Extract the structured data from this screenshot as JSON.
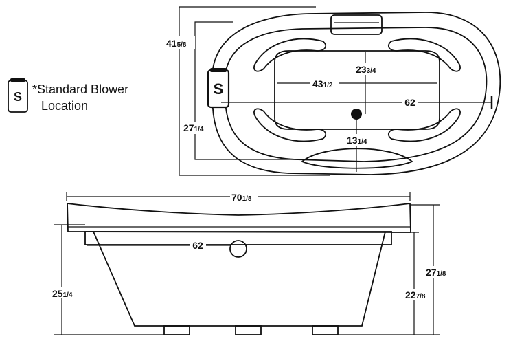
{
  "legend": {
    "icon_letter": "S",
    "line1": "*Standard Blower",
    "line2": "Location"
  },
  "top_view": {
    "overall_width": {
      "whole": "41",
      "frac": "5/8"
    },
    "inner_width": {
      "whole": "27",
      "frac": "1/4"
    },
    "basin_width": {
      "whole": "23",
      "frac": "3/4"
    },
    "basin_length": {
      "whole": "43",
      "frac": "1/2"
    },
    "outside_length": {
      "whole": "62",
      "frac": ""
    },
    "drain_offset": {
      "whole": "13",
      "frac": "1/4"
    },
    "blower_letter": "S"
  },
  "side_view": {
    "rim_length": {
      "whole": "70",
      "frac": "1/8"
    },
    "base_length": {
      "whole": "62",
      "frac": ""
    },
    "left_height": {
      "whole": "25",
      "frac": "1/4"
    },
    "overall_height": {
      "whole": "27",
      "frac": "1/8"
    },
    "apron_height": {
      "whole": "22",
      "frac": "7/8"
    }
  },
  "colors": {
    "line": "#111111",
    "background": "#ffffff"
  }
}
